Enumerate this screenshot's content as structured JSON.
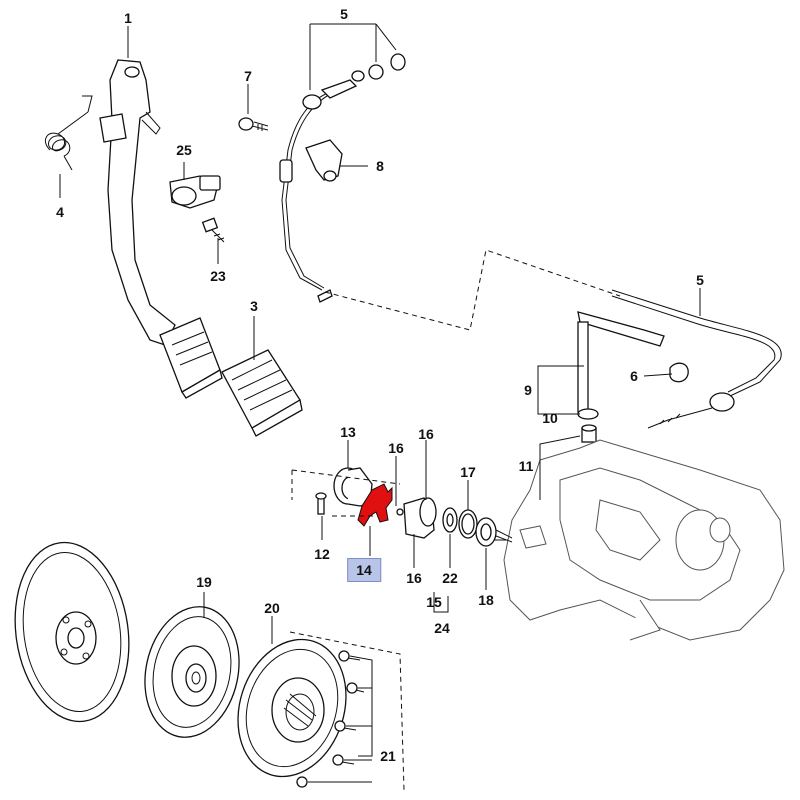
{
  "diagram": {
    "highlight_color": "#e01010",
    "selected_label_bg": "#b8c4e8",
    "labels": [
      {
        "id": "l1",
        "text": "1"
      },
      {
        "id": "l5a",
        "text": "5"
      },
      {
        "id": "l7",
        "text": "7"
      },
      {
        "id": "l25",
        "text": "25"
      },
      {
        "id": "l8",
        "text": "8"
      },
      {
        "id": "l4",
        "text": "4"
      },
      {
        "id": "l23",
        "text": "23"
      },
      {
        "id": "l3",
        "text": "3"
      },
      {
        "id": "l5b",
        "text": "5"
      },
      {
        "id": "l6",
        "text": "6"
      },
      {
        "id": "l9",
        "text": "9"
      },
      {
        "id": "l10",
        "text": "10"
      },
      {
        "id": "l11",
        "text": "11"
      },
      {
        "id": "l13",
        "text": "13"
      },
      {
        "id": "l16a",
        "text": "16"
      },
      {
        "id": "l16b",
        "text": "16"
      },
      {
        "id": "l17",
        "text": "17"
      },
      {
        "id": "l12",
        "text": "12"
      },
      {
        "id": "l14",
        "text": "14"
      },
      {
        "id": "l16c",
        "text": "16"
      },
      {
        "id": "l22",
        "text": "22"
      },
      {
        "id": "l15",
        "text": "15"
      },
      {
        "id": "l18",
        "text": "18"
      },
      {
        "id": "l24",
        "text": "24"
      },
      {
        "id": "l19",
        "text": "19"
      },
      {
        "id": "l20",
        "text": "20"
      },
      {
        "id": "l21",
        "text": "21"
      }
    ]
  }
}
